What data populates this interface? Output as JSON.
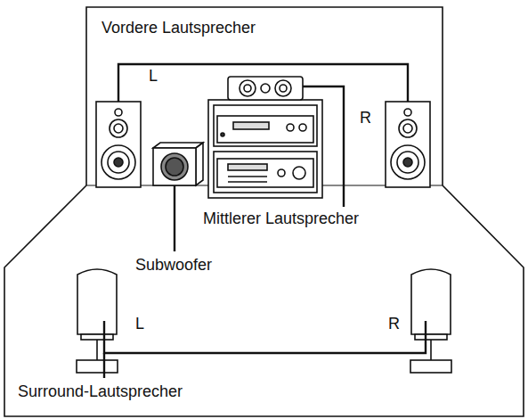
{
  "diagram": {
    "labels": [
      "Vordere Lautsprecher",
      "L",
      "R",
      "Mittlerer Lautsprecher",
      "Subwoofer",
      "L",
      "R",
      "Surround-Lautsprecher"
    ]
  }
}
